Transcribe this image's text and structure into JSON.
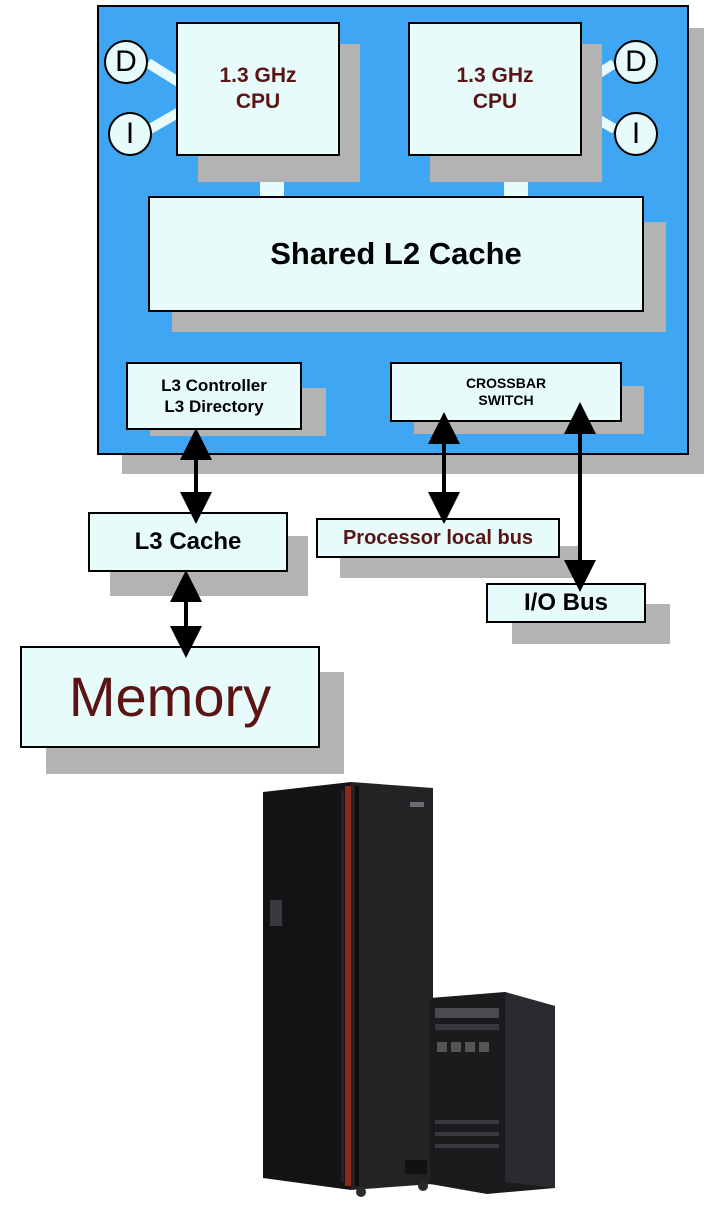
{
  "cpu_left": {
    "line1": "1.3 GHz",
    "line2": "CPU"
  },
  "cpu_right": {
    "line1": "1.3 GHz",
    "line2": "CPU"
  },
  "cache_labels": {
    "data": "D",
    "instruction": "I"
  },
  "l2_cache": "Shared L2 Cache",
  "l3_controller": {
    "line1": "L3 Controller",
    "line2": "L3 Directory"
  },
  "crossbar": {
    "line1": "CROSSBAR",
    "line2": "SWITCH"
  },
  "l3_cache": "L3 Cache",
  "processor_bus": "Processor local bus",
  "io_bus": "I/O Bus",
  "memory": "Memory",
  "colors": {
    "chip": "#3ea6f2",
    "box_fill": "#e8fbfb",
    "shadow": "#b3b3b3",
    "cpu_text": "#5a1414",
    "server_body": "#1e1e20",
    "server_stripe": "#8a2a1e"
  }
}
